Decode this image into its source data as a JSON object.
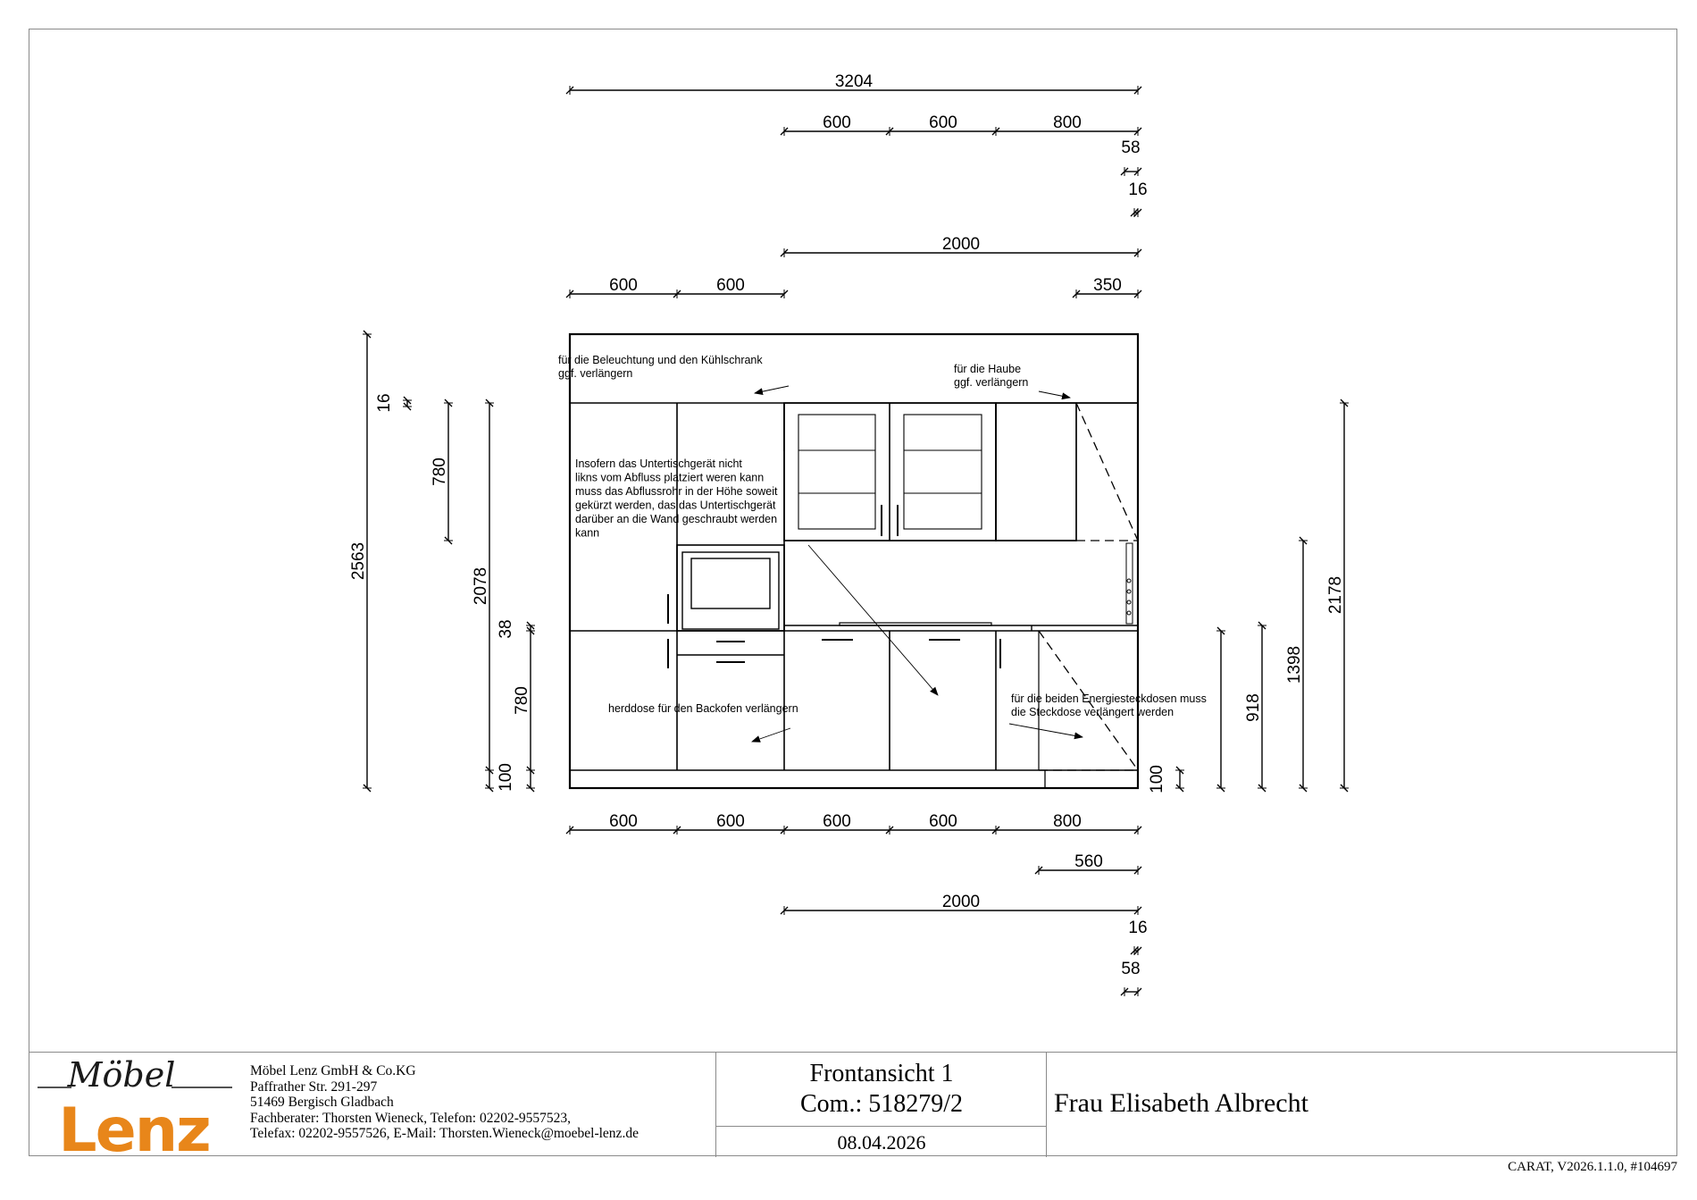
{
  "drawing": {
    "dimensions_top": {
      "overall_width": "3204",
      "wall_unit_widths": [
        "600",
        "600",
        "800"
      ],
      "offset_a": "58",
      "offset_b": "16",
      "worktop_right": "2000",
      "left_widths": [
        "600",
        "600"
      ],
      "hood_width": "350"
    },
    "dimensions_bottom": {
      "base_unit_widths": [
        "600",
        "600",
        "600",
        "600",
        "800"
      ],
      "dishwasher_width": "560",
      "worktop_right": "2000",
      "offset_b": "16",
      "offset_a": "58"
    },
    "dimensions_left": {
      "total_height": "2563",
      "top_gap": "16",
      "wall_unit_height": "780",
      "tall_height": "2078",
      "worktop_thickness": "38",
      "base_unit_height": "780",
      "plinth_height": "100"
    },
    "dimensions_right": {
      "plinth_height": "100",
      "worktop_height": "918",
      "wall_unit_bottom": "1398",
      "wall_unit_top": "2178"
    },
    "notes": {
      "lighting_fridge": [
        "für die Beleuchtung und den Kühlschrank",
        "ggf. verlängern"
      ],
      "hood": [
        "für die Haube",
        "ggf. verlängern"
      ],
      "undercounter_appliance": [
        "Insofern das Untertischgerät nicht",
        "likns vom Abfluss platziert weren kann",
        "muss das Abflussrohr in der Höhe soweit",
        "gekürzt werden, das das Untertischgerät",
        "darüber an die Wand geschraubt werden",
        "kann"
      ],
      "oven_socket": [
        "herddose für den Backofen verlängern"
      ],
      "energy_sockets": [
        "für die beiden Energiesteckdosen muss",
        "die Steckdose verlängert werden"
      ]
    }
  },
  "title_block": {
    "logo": {
      "top": "Möbel",
      "bottom": "Lenz",
      "brand_color": "#e8861a",
      "dark_color": "#1a1a1a"
    },
    "company": {
      "name": "Möbel Lenz GmbH & Co.KG",
      "street": "Paffrather Str. 291-297",
      "city": "51469 Bergisch Gladbach",
      "advisor": "Fachberater: Thorsten Wieneck, Telefon: 02202-9557523,",
      "contact": "Telefax: 02202-9557526, E-Mail: Thorsten.Wieneck@moebel-lenz.de"
    },
    "view_title": "Frontansicht 1",
    "commission": "Com.: 518279/2",
    "date": "08.04.2026",
    "customer": "Frau Elisabeth Albrecht"
  },
  "software_version": "CARAT,  V2026.1.1.0,  #104697"
}
